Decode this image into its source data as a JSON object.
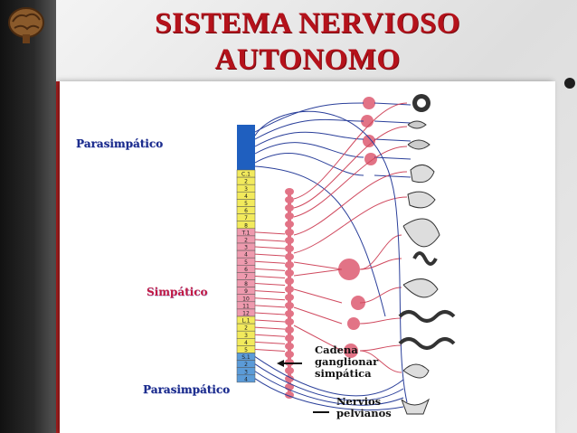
{
  "slide": {
    "title_line1": "SISTEMA NERVIOSO",
    "title_line2": "AUTONOMO"
  },
  "labels": {
    "parasympathetic_top": "Parasimpático",
    "sympathetic": "Simpático",
    "parasympathetic_bottom": "Parasimpático",
    "chain_label": "Cadena ganglionar simpática",
    "pelvic_label": "Nervios pelvianos"
  },
  "spinal_segments": {
    "cervical": [
      "C.1",
      "2",
      "3",
      "4",
      "5",
      "6",
      "7",
      "8"
    ],
    "thoracic": [
      "T.1",
      "2",
      "3",
      "4",
      "5",
      "6",
      "7",
      "8",
      "9",
      "10",
      "11",
      "12"
    ],
    "lumbar": [
      "L.1",
      "2",
      "3",
      "4",
      "5"
    ],
    "sacral": [
      "S.1",
      "2",
      "3",
      "4"
    ]
  },
  "colors": {
    "title": "#b5121b",
    "brain": "#1f5fbf",
    "cervical": "#f2ea5c",
    "thoracic": "#ee9aae",
    "lumbar": "#f2ea5c",
    "sacral": "#5b9bd8",
    "sympathetic_fiber": "#d04a5f",
    "parasympathetic_fiber": "#2a3f9a",
    "ganglion": "#e27386"
  },
  "icons": {
    "logo": "brain-logo-icon",
    "bullet": "bullet-icon"
  }
}
